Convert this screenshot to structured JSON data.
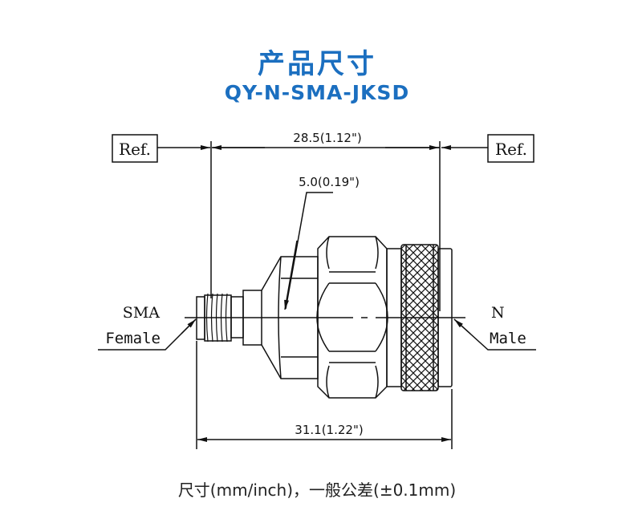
{
  "header": {
    "title": "产品尺寸",
    "model": "QY-N-SMA-JKSD"
  },
  "drawing": {
    "ref_left": "Ref.",
    "ref_right": "Ref.",
    "dim_ref_length": "28.5(1.12\")",
    "dim_small": "5.0(0.19\")",
    "dim_overall": "31.1(1.22\")",
    "left_label_1": "SMA",
    "left_label_2": "Female",
    "right_label_1": "N",
    "right_label_2": "Male"
  },
  "footer": {
    "note": "尺寸(mm/inch)，一般公差(±0.1mm)"
  },
  "colors": {
    "title": "#1b6fc0",
    "line": "#111111"
  }
}
